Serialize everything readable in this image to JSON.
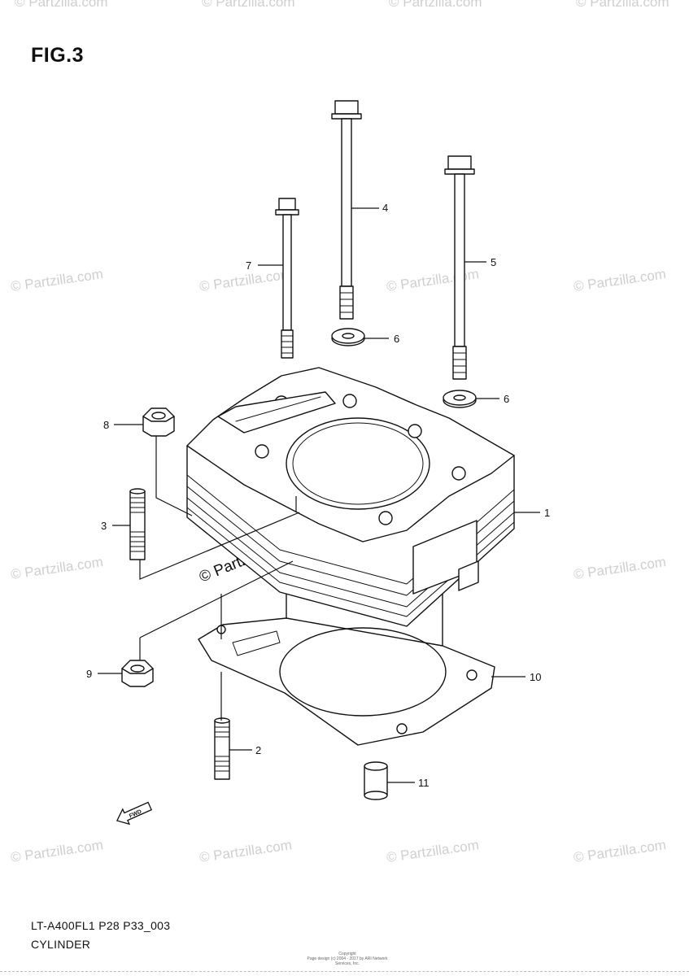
{
  "figure": {
    "title": "FIG.3",
    "model_code": "LT-A400FL1 P28 P33_003",
    "assembly_name": "CYLINDER",
    "copyright_line1": "Copyright",
    "copyright_line2": "Page design (c) 2004 - 2017 by ARI Network Services, Inc."
  },
  "watermark": {
    "text": "© Partzilla.com"
  },
  "fwd_arrow_label": "FWD",
  "callouts": [
    {
      "id": "1",
      "label": "1"
    },
    {
      "id": "2",
      "label": "2"
    },
    {
      "id": "3",
      "label": "3"
    },
    {
      "id": "4",
      "label": "4"
    },
    {
      "id": "5",
      "label": "5"
    },
    {
      "id": "6a",
      "label": "6"
    },
    {
      "id": "6b",
      "label": "6"
    },
    {
      "id": "7",
      "label": "7"
    },
    {
      "id": "8",
      "label": "8"
    },
    {
      "id": "9",
      "label": "9"
    },
    {
      "id": "10",
      "label": "10"
    },
    {
      "id": "11",
      "label": "11"
    }
  ]
}
